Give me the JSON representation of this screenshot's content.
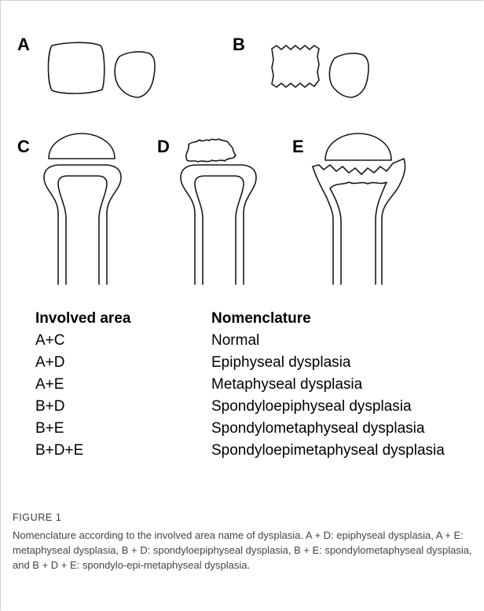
{
  "panels": {
    "a": "A",
    "b": "B",
    "c": "C",
    "d": "D",
    "e": "E"
  },
  "table": {
    "headers": [
      "Involved area",
      "Nomenclature"
    ],
    "rows": [
      [
        "A+C",
        "Normal"
      ],
      [
        "A+D",
        "Epiphyseal dysplasia"
      ],
      [
        "A+E",
        "Metaphyseal dysplasia"
      ],
      [
        "B+D",
        "Spondyloepiphyseal dysplasia"
      ],
      [
        "B+E",
        "Spondylometaphyseal dysplasia"
      ],
      [
        "B+D+E",
        "Spondyloepimetaphyseal dysplasia"
      ]
    ]
  },
  "caption": {
    "label": "FIGURE 1",
    "text": "Nomenclature according to the involved area name of dysplasia. A + D: epiphyseal dysplasia, A + E: metaphyseal dysplasia, B + D: spondyloepiphyseal dysplasia, B + E: spondylometaphyseal dysplasia, and B + D + E: spondylo-epi-metaphyseal dysplasia."
  }
}
